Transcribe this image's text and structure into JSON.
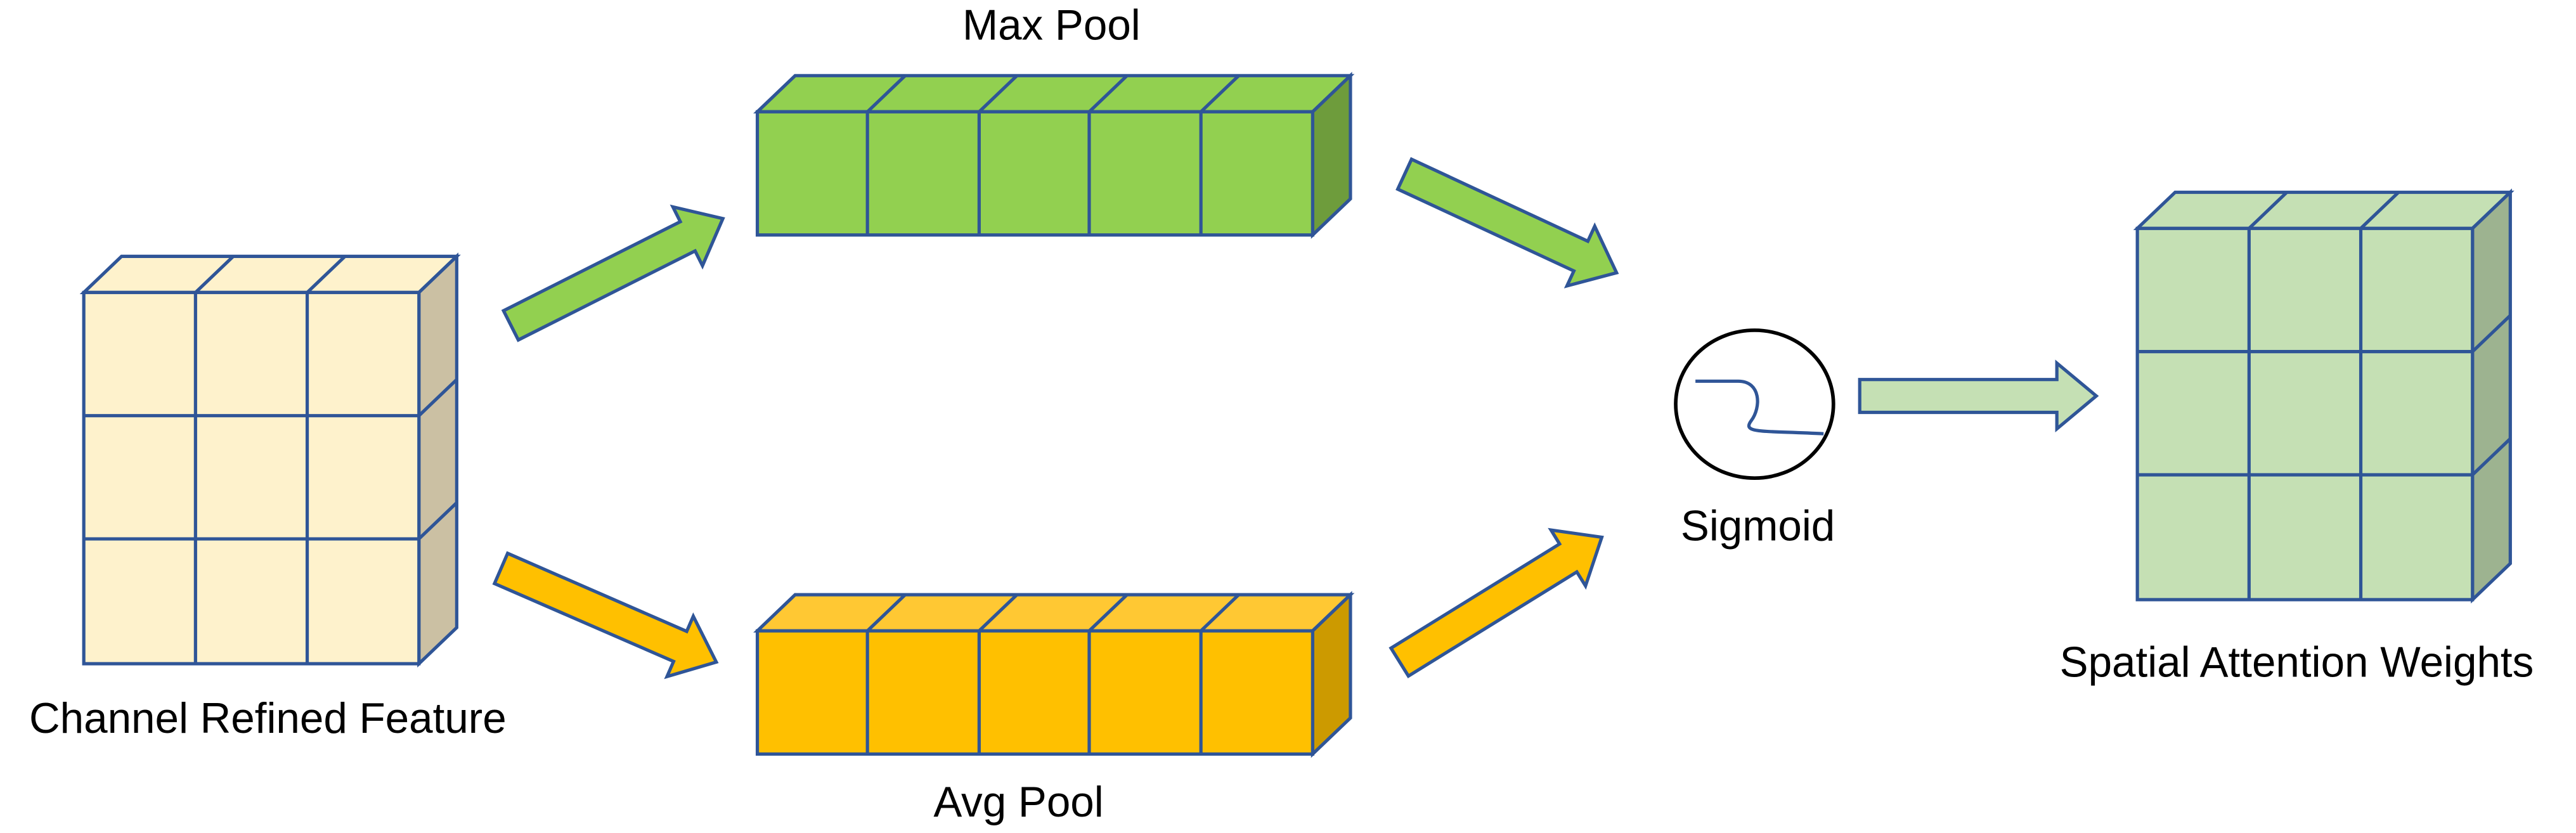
{
  "labels": {
    "input": "Channel Refined Feature",
    "max_pool": "Max Pool",
    "avg_pool": "Avg Pool",
    "sigmoid": "Sigmoid",
    "output": "Spatial Attention Weights"
  },
  "colors": {
    "outline": "#2F5597",
    "input_front": "#FEF2CC",
    "input_top": "#FEF2CC",
    "input_side": "#CBC0A3",
    "max_front": "#92D050",
    "max_top": "#92D050",
    "max_side": "#6E9C3C",
    "avg_front": "#FFC000",
    "avg_top": "#FFC833",
    "avg_side": "#CC9A00",
    "out_front": "#C5E0B4",
    "out_top": "#C5E0B4",
    "out_side": "#9DB390",
    "arrow_green": "#92D050",
    "arrow_orange": "#FFC000",
    "arrow_light": "#C5E0B4",
    "sigmoid_circle": "#000000",
    "sigmoid_curve": "#2F5597"
  },
  "icons": {
    "sigmoid": "sigmoid-curve-icon"
  }
}
